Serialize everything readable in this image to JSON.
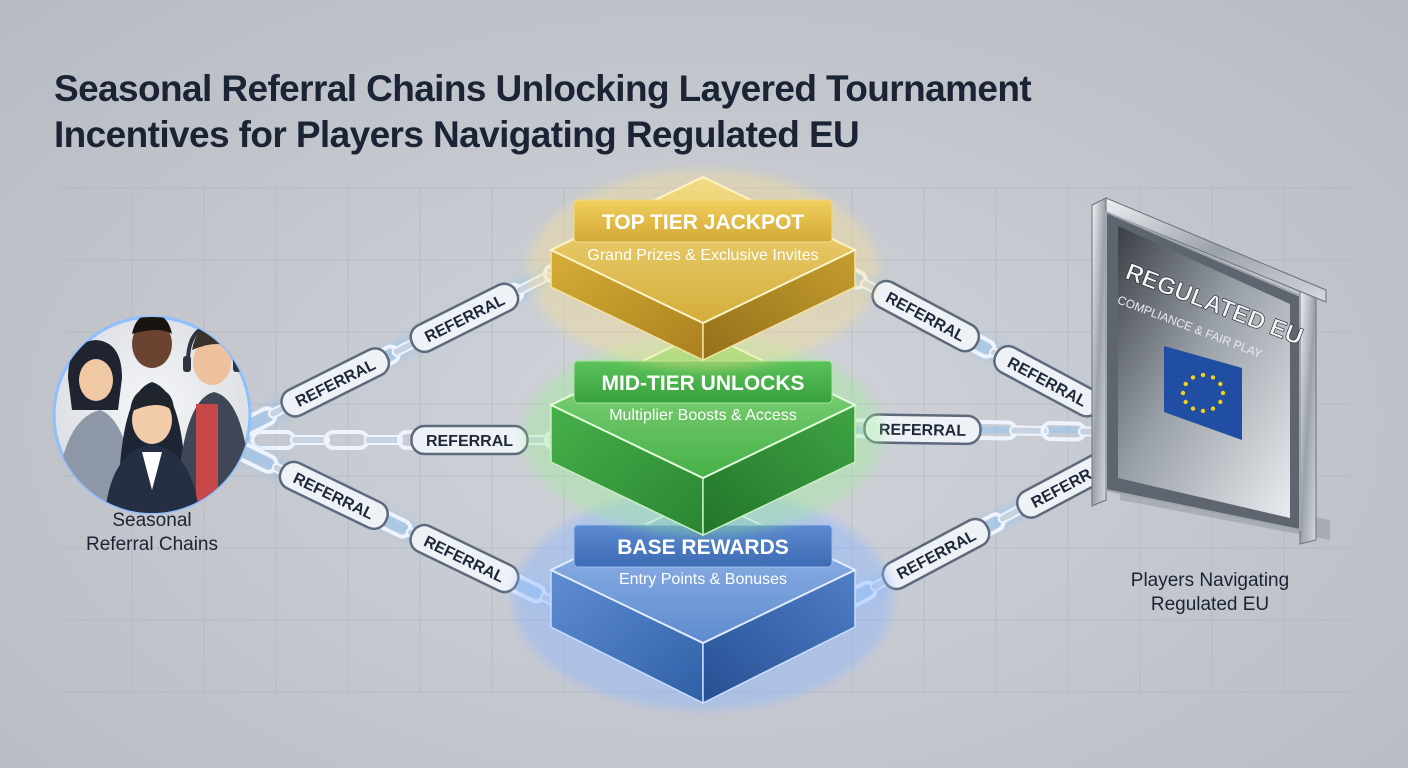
{
  "title_lines": [
    "Seasonal Referral Chains Unlocking Layered Tournament",
    "Incentives for Players Navigating Regulated EU"
  ],
  "tiers": [
    {
      "heading": "TOP TIER JACKPOT",
      "subtext": "Grand Prizes & Exclusive Invites",
      "color": "#d8b340"
    },
    {
      "heading": "MID-TIER UNLOCKS",
      "subtext": "Multiplier Boosts & Access",
      "color": "#4bb34b"
    },
    {
      "heading": "BASE REWARDS",
      "subtext": "Entry Points & Bonuses",
      "color": "#4a77bd"
    }
  ],
  "chain_label": "REFERRAL",
  "left_group": {
    "line1": "Seasonal",
    "line2": "Referral Chains"
  },
  "right_group": {
    "line1": "Players Navigating",
    "line2": "Regulated EU"
  },
  "eu_sign": {
    "title": "REGULATED EU",
    "subtitle": "COMPLIANCE & FAIR PLAY",
    "flag_color": "#1f4ea3",
    "star_color": "#f4d019"
  }
}
